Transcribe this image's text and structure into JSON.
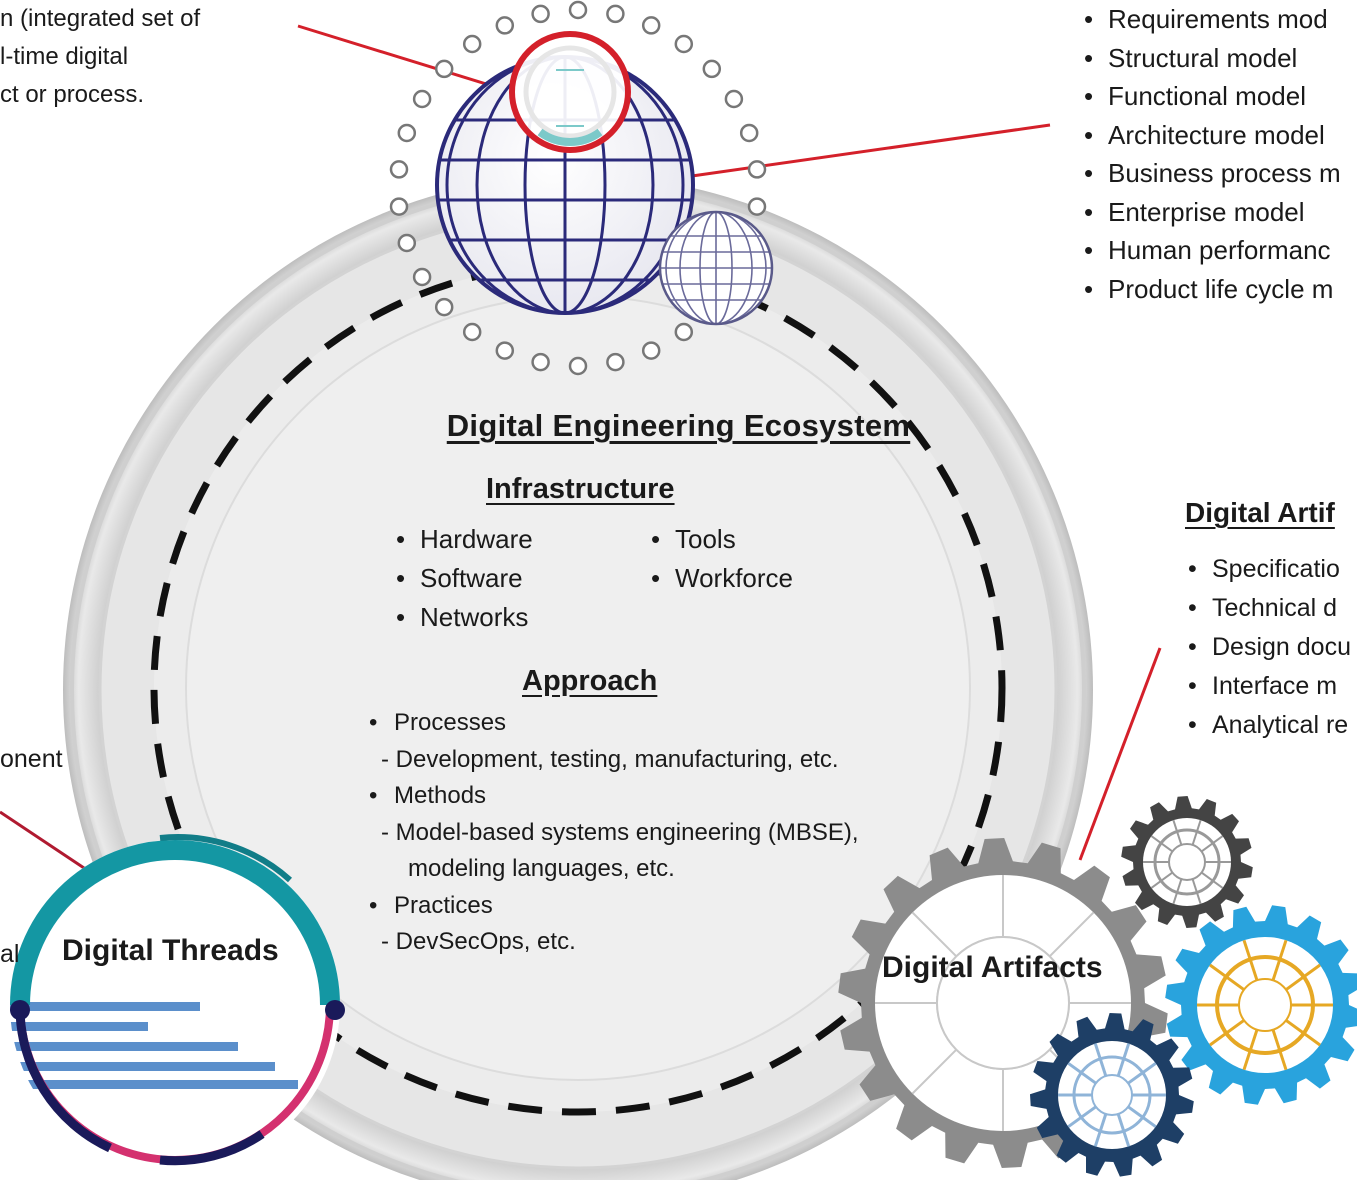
{
  "top_left_text": [
    "n (integrated set of",
    "l-time digital",
    "ct or process."
  ],
  "title": "Digital Engineering Ecosystem",
  "infrastructure": {
    "heading": "Infrastructure",
    "col1": [
      "Hardware",
      "Software",
      "Networks"
    ],
    "col2": [
      "Tools",
      "Workforce"
    ]
  },
  "approach": {
    "heading": "Approach",
    "lines": [
      {
        "kind": "bullet",
        "text": "Processes"
      },
      {
        "kind": "dash",
        "text": "Development,  testing, manufacturing, etc."
      },
      {
        "kind": "bullet",
        "text": "Methods"
      },
      {
        "kind": "dash",
        "text": "Model-based systems engineering (MBSE),"
      },
      {
        "kind": "cont",
        "text": "modeling languages, etc."
      },
      {
        "kind": "bullet",
        "text": "Practices"
      },
      {
        "kind": "dash",
        "text": "DevSecOps, etc."
      }
    ]
  },
  "models_list": [
    "Requirements mod",
    "Structural model",
    "Functional model",
    "Architecture model",
    "Business process m",
    "Enterprise model",
    "Human performanc",
    "Product life cycle m"
  ],
  "artifacts_heading": "Digital Artif",
  "artifacts_list": [
    "Specificatio",
    "Technical d",
    "Design docu",
    "Interface m",
    "Analytical re"
  ],
  "left_fragments": {
    "component": "onent",
    "al": "al"
  },
  "digital_threads_label": "Digital Threads",
  "digital_artifacts_label": "Digital Artifacts",
  "colors": {
    "globe": "#2b2a7a",
    "red_line": "#d4202a",
    "teal": "#1497a3",
    "magenta": "#d4316f",
    "navy": "#1a1a5a",
    "thread_bar": "#5b8fcb",
    "gear_gray": "#8c8c8c",
    "gear_dark": "#444444",
    "gear_blue": "#29a3dd",
    "gear_navy": "#1e3f66",
    "gear_gold": "#e6a824"
  }
}
